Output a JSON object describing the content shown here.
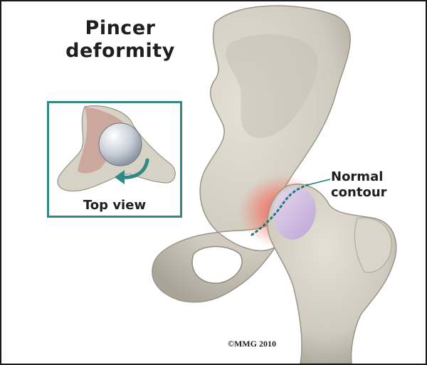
{
  "title": {
    "line1": "Pincer",
    "line2": "deformity"
  },
  "inset": {
    "caption": "Top view"
  },
  "callout": {
    "line1": "Normal",
    "line2": "contour"
  },
  "copyright": "©MMG 2010",
  "colors": {
    "bone": "#d6d2c6",
    "bone_shadow": "#a9a497",
    "inset_border": "#2f8a86",
    "arrow": "#2f8a86",
    "dotted_contour": "#1f7a78",
    "inflammation": "#ff3b2f",
    "cartilage": "#cdb4e6"
  },
  "icons": {
    "rotation_arrow": "curved-arrow-icon"
  }
}
